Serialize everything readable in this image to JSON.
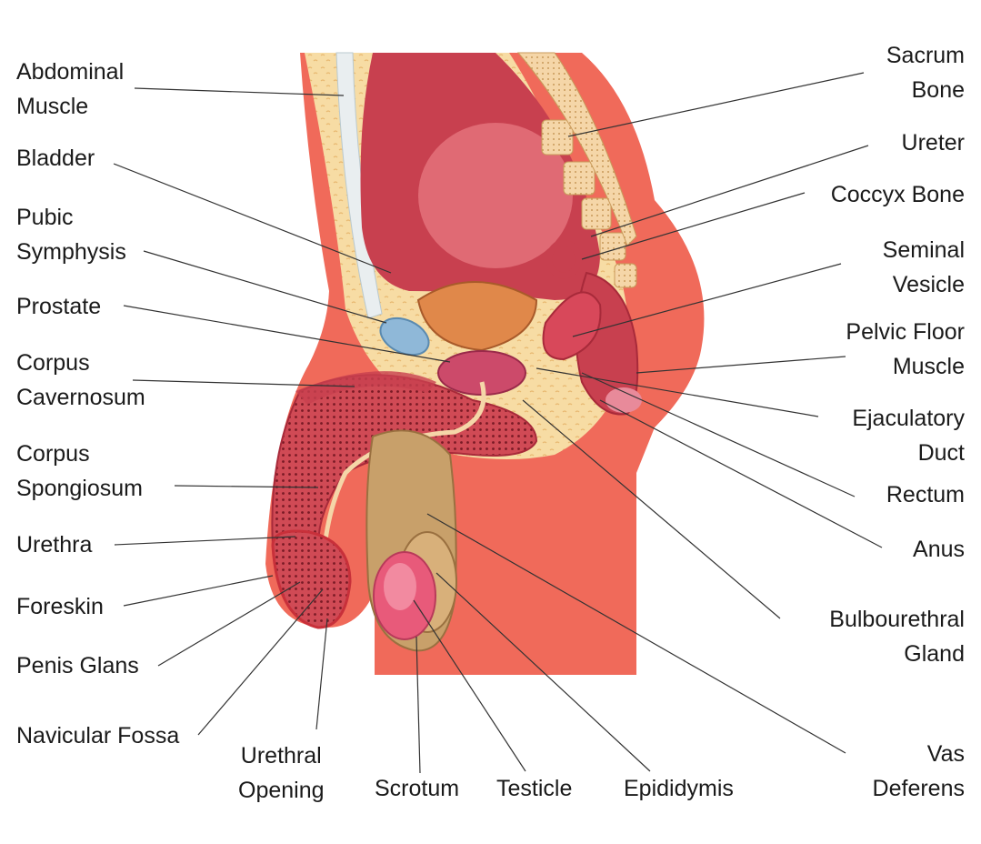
{
  "labels_left": {
    "abdominal_muscle": "Abdominal\nMuscle",
    "bladder": "Bladder",
    "pubic_symphysis": "Pubic\nSymphysis",
    "prostate": "Prostate",
    "corpus_cavernosum": "Corpus\nCavernosum",
    "corpus_spongiosum": "Corpus\nSpongiosum",
    "urethra": "Urethra",
    "foreskin": "Foreskin",
    "penis_glans": "Penis Glans",
    "navicular_fossa": "Navicular Fossa"
  },
  "labels_right": {
    "sacrum_bone": "Sacrum\nBone",
    "ureter": "Ureter",
    "coccyx_bone": "Coccyx Bone",
    "seminal_vesicle": "Seminal\nVesicle",
    "pelvic_floor_muscle": "Pelvic Floor\nMuscle",
    "ejaculatory_duct": "Ejaculatory\nDuct",
    "rectum": "Rectum",
    "anus": "Anus",
    "bulbourethral_gland": "Bulbourethral\nGland",
    "vas_deferens": "Vas\nDeferens"
  },
  "labels_bottom": {
    "urethral_opening": "Urethral\nOpening",
    "scrotum": "Scrotum",
    "testicle": "Testicle",
    "epididymis": "Epididymis"
  },
  "colors": {
    "skin": "#f06a5a",
    "fat": "#f7dca4",
    "bladder": "#c8404f",
    "bladder_inner": "#e06a74",
    "prostate": "#cc4a6a",
    "pubic_bone": "#8fb8d8",
    "scrotum": "#c8a06a",
    "testicle": "#e85a7a",
    "leader_line": "#333333"
  }
}
